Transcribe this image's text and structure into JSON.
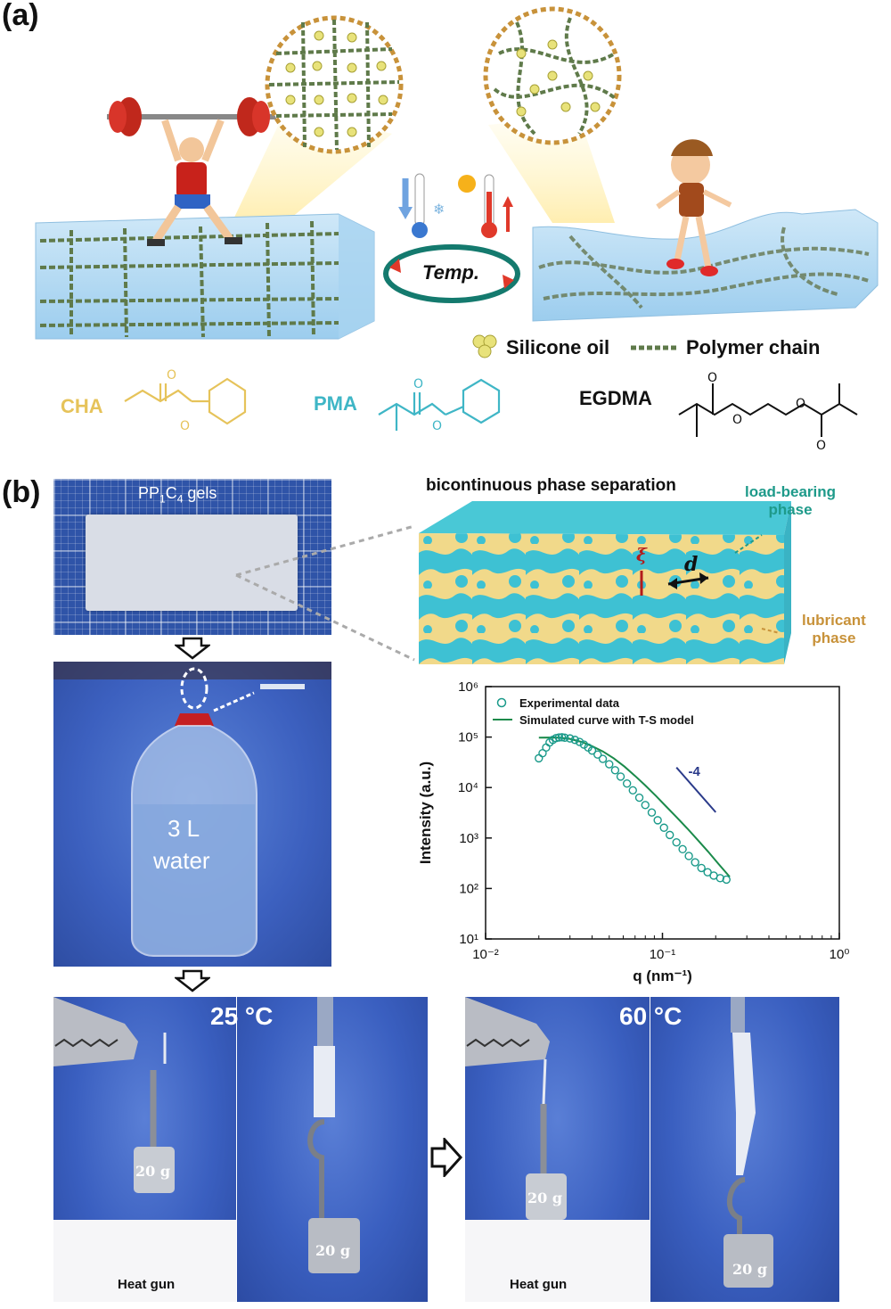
{
  "panel_a": {
    "label": "(a)",
    "center_label": "Temp.",
    "legend": {
      "silicone": "Silicone oil",
      "polymer": "Polymer chain"
    },
    "monomers": [
      {
        "name": "CHA",
        "color": "#e6c35a"
      },
      {
        "name": "PMA",
        "color": "#3fb6c6"
      },
      {
        "name": "EGDMA",
        "color": "#111111"
      }
    ]
  },
  "panel_b": {
    "label": "(b)",
    "gel_title_pre": "PP",
    "gel_sub1": "1",
    "gel_title_mid": "C",
    "gel_sub2": "4",
    "gel_title_post": " gels",
    "phase_title": "bicontinuous phase separation",
    "load_bearing": [
      "load-bearing",
      "phase"
    ],
    "lubricant": [
      "lubricant",
      "phase"
    ],
    "xi_symbol": "ξ",
    "d_symbol": "d",
    "bottle_volume": "3 L",
    "bottle_liquid": "water",
    "temp_25": "25 °C",
    "temp_60": "60 °C",
    "weight": "20 g",
    "heat_gun": "Heat gun"
  },
  "chart_data": {
    "type": "scatter",
    "xlabel": "q (nm⁻¹)",
    "ylabel": "Intensity (a.u.)",
    "x_scale": "log",
    "y_scale": "log",
    "xlim": [
      0.01,
      1
    ],
    "ylim": [
      10,
      1000000
    ],
    "x_ticks": [
      "10⁻²",
      "10⁻¹",
      "10⁰"
    ],
    "y_ticks": [
      "10¹",
      "10²",
      "10³",
      "10⁴",
      "10⁵",
      "10⁶"
    ],
    "legend_position": "top-left",
    "slope_label": "-4",
    "series": [
      {
        "name": "Experimental data",
        "style": "open-circle",
        "color": "#1a9a8a",
        "x": [
          0.02,
          0.021,
          0.022,
          0.023,
          0.024,
          0.025,
          0.026,
          0.027,
          0.028,
          0.03,
          0.032,
          0.034,
          0.036,
          0.038,
          0.04,
          0.043,
          0.046,
          0.05,
          0.054,
          0.058,
          0.063,
          0.068,
          0.074,
          0.08,
          0.087,
          0.094,
          0.102,
          0.11,
          0.12,
          0.13,
          0.141,
          0.153,
          0.166,
          0.18,
          0.195,
          0.212,
          0.23
        ],
        "y": [
          38000,
          48000,
          62000,
          78000,
          88000,
          95000,
          98000,
          99000,
          97000,
          94000,
          88000,
          80000,
          71000,
          62000,
          54000,
          45000,
          37000,
          29000,
          22000,
          16500,
          12000,
          8800,
          6300,
          4500,
          3200,
          2250,
          1600,
          1150,
          820,
          600,
          440,
          330,
          255,
          210,
          180,
          160,
          150
        ]
      },
      {
        "name": "Simulated curve with T-S model",
        "style": "line",
        "color": "#1a8a4a",
        "x": [
          0.02,
          0.023,
          0.026,
          0.03,
          0.035,
          0.04,
          0.046,
          0.053,
          0.061,
          0.07,
          0.08,
          0.092,
          0.105,
          0.12,
          0.138,
          0.158,
          0.181,
          0.207,
          0.24
        ],
        "y": [
          97000,
          98000,
          97000,
          92000,
          80000,
          66000,
          52000,
          38000,
          26000,
          17000,
          11000,
          6800,
          4200,
          2600,
          1550,
          920,
          540,
          310,
          170
        ]
      }
    ]
  }
}
